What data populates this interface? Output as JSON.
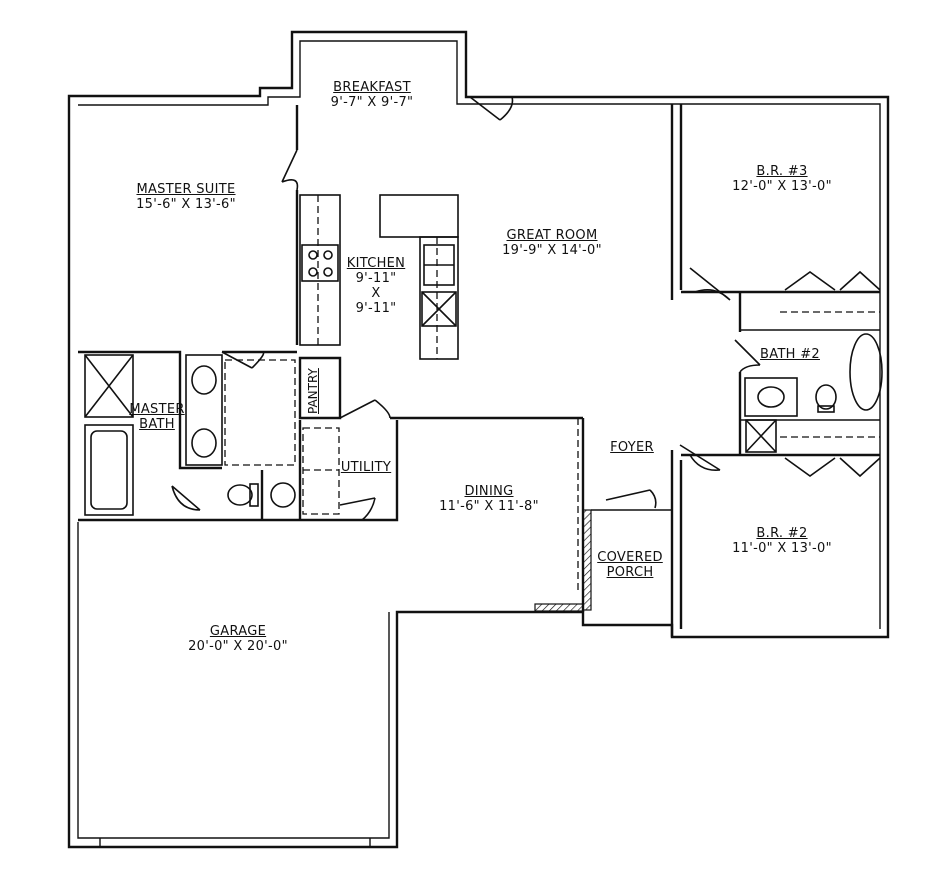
{
  "rooms": {
    "breakfast": {
      "name": "BREAKFAST",
      "dims": "9'-7\" X 9'-7\""
    },
    "master_suite": {
      "name": "MASTER SUITE",
      "dims": "15'-6\" X 13'-6\""
    },
    "kitchen": {
      "name": "KITCHEN",
      "dims_1": "9'-11\"",
      "dims_x": "X",
      "dims_2": "9'-11\""
    },
    "great_room": {
      "name": "GREAT ROOM",
      "dims": "19'-9\" X 14'-0\""
    },
    "br3": {
      "name": "B.R. #3",
      "dims": "12'-0\" X 13'-0\""
    },
    "bath2": {
      "name": "BATH #2"
    },
    "master_bath": {
      "name_1": "MASTER",
      "name_2": "BATH"
    },
    "pantry": {
      "name": "PANTRY"
    },
    "utility": {
      "name": "UTILITY"
    },
    "foyer": {
      "name": "FOYER"
    },
    "dining": {
      "name": "DINING",
      "dims": "11'-6\" X 11'-8\""
    },
    "br2": {
      "name": "B.R. #2",
      "dims": "11'-0\" X 13'-0\""
    },
    "covered_porch": {
      "name_1": "COVERED",
      "name_2": "PORCH"
    },
    "garage": {
      "name": "GARAGE",
      "dims": "20'-0\" X 20'-0\""
    }
  }
}
